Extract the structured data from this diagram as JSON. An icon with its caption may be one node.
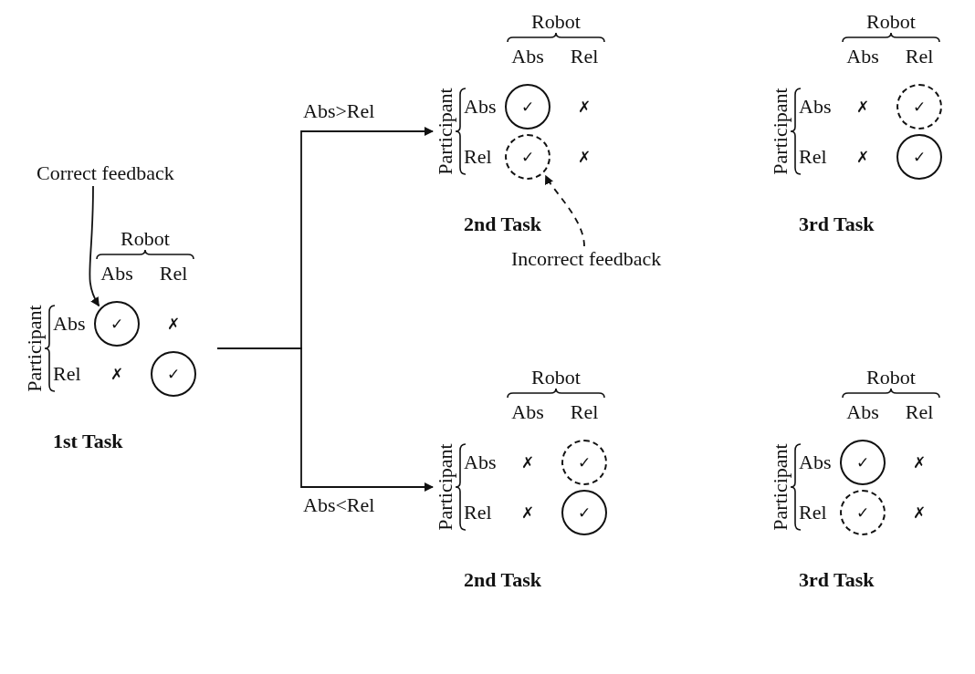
{
  "diagram": {
    "nodes": [
      {
        "text": [
          "Correct feedback"
        ]
      },
      {
        "text": [
          "Robot",
          "Abs",
          "Rel",
          "Participant",
          "Abs",
          "Rel"
        ],
        "beside": [
          "1st Task"
        ]
      },
      {
        "text": [
          "✓"
        ],
        "in": 1
      },
      {
        "text": [
          "✗"
        ],
        "in": 1
      },
      {
        "text": [
          "✗"
        ],
        "in": 1
      },
      {
        "text": [
          "✓"
        ],
        "in": 1
      },
      {
        "text": [
          "Robot",
          "Abs",
          "Rel",
          "Participant",
          "Abs",
          "Rel"
        ],
        "beside": [
          "2nd Task"
        ]
      },
      {
        "text": [
          "✓"
        ],
        "in": 6
      },
      {
        "text": [
          "✗"
        ],
        "in": 6
      },
      {
        "text": [
          "✓"
        ],
        "in": 6
      },
      {
        "text": [
          "✗"
        ],
        "in": 6
      },
      {
        "text": [
          "Robot",
          "Abs",
          "Rel",
          "Participant",
          "Abs",
          "Rel"
        ],
        "beside": [
          "3rd Task"
        ]
      },
      {
        "text": [
          "✗"
        ],
        "in": 11
      },
      {
        "text": [
          "✓"
        ],
        "in": 11
      },
      {
        "text": [
          "✗"
        ],
        "in": 11
      },
      {
        "text": [
          "✓"
        ],
        "in": 11
      },
      {
        "text": [
          "Incorrect feedback"
        ]
      },
      {
        "text": [
          "Robot",
          "Abs",
          "Rel",
          "Participant",
          "Abs",
          "Rel"
        ],
        "beside": [
          "2nd Task"
        ]
      },
      {
        "text": [
          "✗"
        ],
        "in": 17
      },
      {
        "text": [
          "✓"
        ],
        "in": 17
      },
      {
        "text": [
          "✗"
        ],
        "in": 17
      },
      {
        "text": [
          "✓"
        ],
        "in": 17
      },
      {
        "text": [
          "Robot",
          "Abs",
          "Rel",
          "Participant",
          "Abs",
          "Rel"
        ],
        "beside": [
          "3rd Task"
        ]
      },
      {
        "text": [
          "✓"
        ],
        "in": 22
      },
      {
        "text": [
          "✗"
        ],
        "in": 22
      },
      {
        "text": [
          "✓"
        ],
        "in": 22
      },
      {
        "text": [
          "✗"
        ],
        "in": 22
      }
    ],
    "edges": [
      {
        "from": 0,
        "to": 2,
        "arrow": "to"
      },
      {
        "from": 16,
        "to": 9,
        "arrow": "to",
        "style": "dashed"
      },
      {
        "from": 1,
        "to": 6,
        "arrow": "to",
        "label": "Abs>Rel"
      },
      {
        "from": 1,
        "to": 17,
        "arrow": "to",
        "label": "Abs<Rel"
      }
    ]
  }
}
